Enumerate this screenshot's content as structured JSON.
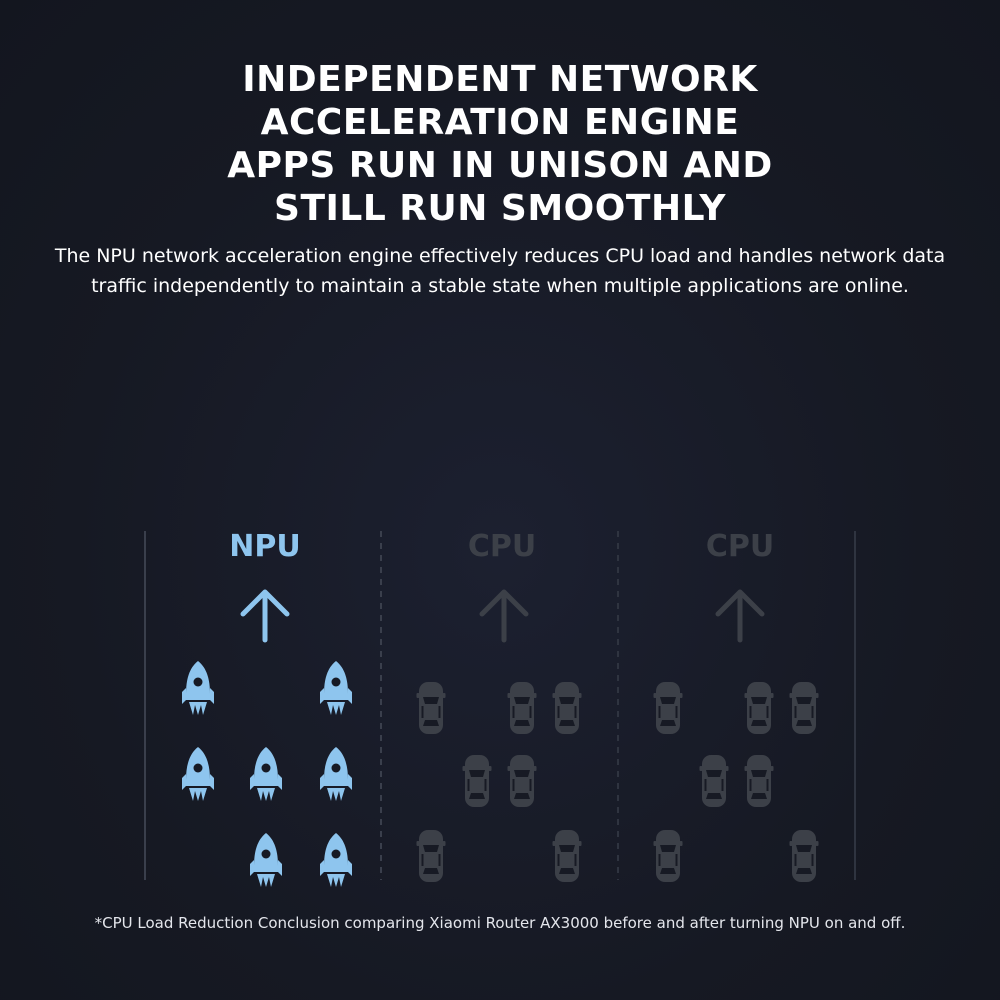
{
  "headline": {
    "line1": "INDEPENDENT NETWORK",
    "line2": "ACCELERATION ENGINE",
    "line3": "APPS RUN IN UNISON AND",
    "line4": "STILL RUN SMOOTHLY"
  },
  "description": "The NPU network acceleration engine effectively reduces CPU load and handles network data traffic independently to maintain a stable state when multiple applications are online.",
  "columns": [
    {
      "label": "NPU",
      "color": "#8ec5ee",
      "item_icon": "rocket-icon"
    },
    {
      "label": "CPU",
      "color": "#3c4048",
      "item_icon": "car-icon"
    },
    {
      "label": "CPU",
      "color": "#3c4048",
      "item_icon": "car-icon"
    }
  ],
  "colors": {
    "background": "#171a24",
    "npu_accent": "#8ec5ee",
    "cpu_muted": "#3c4048",
    "divider": "#3a3f4c"
  },
  "footnote": "*CPU Load Reduction Conclusion comparing Xiaomi Router AX3000 before and after turning NPU on and off."
}
